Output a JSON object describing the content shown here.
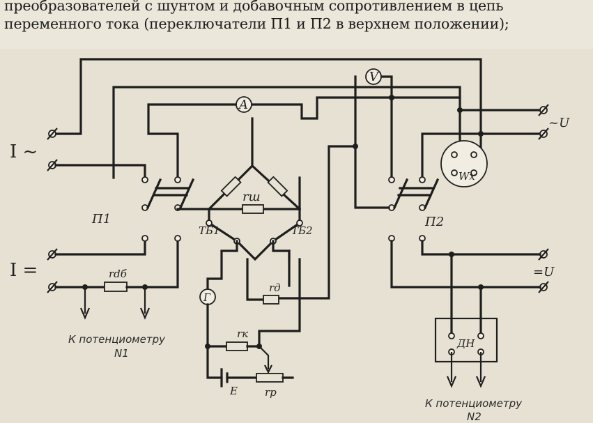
{
  "caption": {
    "line1": "преобразователей с шунтом и добавочным сопротивлением в цепь",
    "line2": "переменного тока  (переключатели П1 и П2 в верхнем положении);"
  },
  "labels": {
    "current_ac": "I ~",
    "current_dc": "I =",
    "voltage_ac": "~U",
    "voltage_dc": "=U",
    "ammeter": "A",
    "voltmeter": "V",
    "galvanometer": "Г",
    "switch1": "П1",
    "switch2": "П2",
    "wattmeter": "Wx",
    "shunt": "rш",
    "dc_shunt": "rdб",
    "add_resistor": "rд",
    "resistor_k": "rк",
    "rheostat": "rр",
    "battery": "E",
    "tb1": "ТБ1",
    "tb2": "ТБ2",
    "divider": "ДН"
  },
  "notes": {
    "potentiometer1_line1": "К потенциометру",
    "potentiometer1_line2": "N1",
    "potentiometer2_line1": "К потенциометру",
    "potentiometer2_line2": "N2"
  }
}
